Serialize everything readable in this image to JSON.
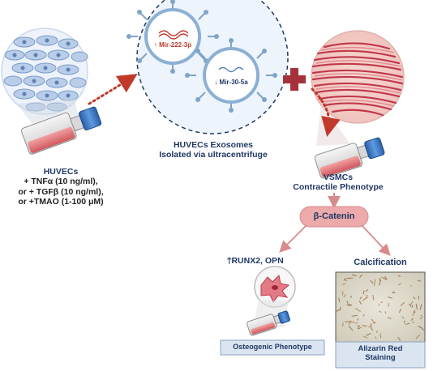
{
  "huvecs": {
    "title": "HUVECs",
    "lines": [
      "+ TNFα (10 ng/ml),",
      "or + TGFβ (10 ng/ml),",
      "or +TMAO (1-100 μM)"
    ]
  },
  "exosomes": {
    "title": "HUVECs Exosomes",
    "subtitle": "Isolated via ultracentrifuge",
    "mir_up": "↑ Mir-222-3p",
    "mir_down": "↓ Mir-30-5a"
  },
  "vsmcs": {
    "title": "VSMCs",
    "subtitle": "Contractile Phenotype"
  },
  "catenin": {
    "label": "β-Catenin"
  },
  "osteogenic": {
    "markers": "RUNX2, OPN",
    "box_label": "Osteogenic Phenotype"
  },
  "calcification": {
    "title": "Calcification",
    "stain_line1": "Alizarin Red",
    "stain_line2": "Staining"
  },
  "colors": {
    "accent_red": "#c0392b",
    "pink": "#e8a0a0",
    "navy": "#1f3864",
    "flask_blue": "#3b78c4"
  }
}
